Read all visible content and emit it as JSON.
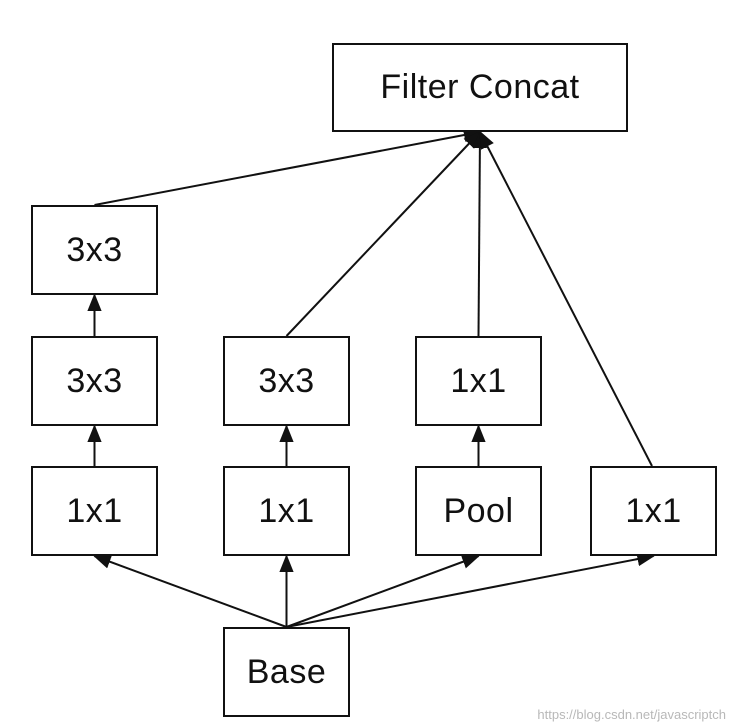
{
  "diagram": {
    "nodes": {
      "filter_concat": "Filter Concat",
      "col1_top_3x3": "3x3",
      "col1_mid_3x3": "3x3",
      "col1_bottom_1x1": "1x1",
      "col2_mid_3x3": "3x3",
      "col2_bottom_1x1": "1x1",
      "col3_mid_1x1": "1x1",
      "col3_pool": "Pool",
      "col4_1x1": "1x1",
      "base": "Base"
    },
    "edges": [
      [
        "base",
        "col1_bottom_1x1"
      ],
      [
        "base",
        "col2_bottom_1x1"
      ],
      [
        "base",
        "col3_pool"
      ],
      [
        "base",
        "col4_1x1"
      ],
      [
        "col1_bottom_1x1",
        "col1_mid_3x3"
      ],
      [
        "col1_mid_3x3",
        "col1_top_3x3"
      ],
      [
        "col2_bottom_1x1",
        "col2_mid_3x3"
      ],
      [
        "col3_pool",
        "col3_mid_1x1"
      ],
      [
        "col1_top_3x3",
        "filter_concat"
      ],
      [
        "col2_mid_3x3",
        "filter_concat"
      ],
      [
        "col3_mid_1x1",
        "filter_concat"
      ],
      [
        "col4_1x1",
        "filter_concat"
      ]
    ]
  },
  "watermark": "https://blog.csdn.net/javascriptch"
}
